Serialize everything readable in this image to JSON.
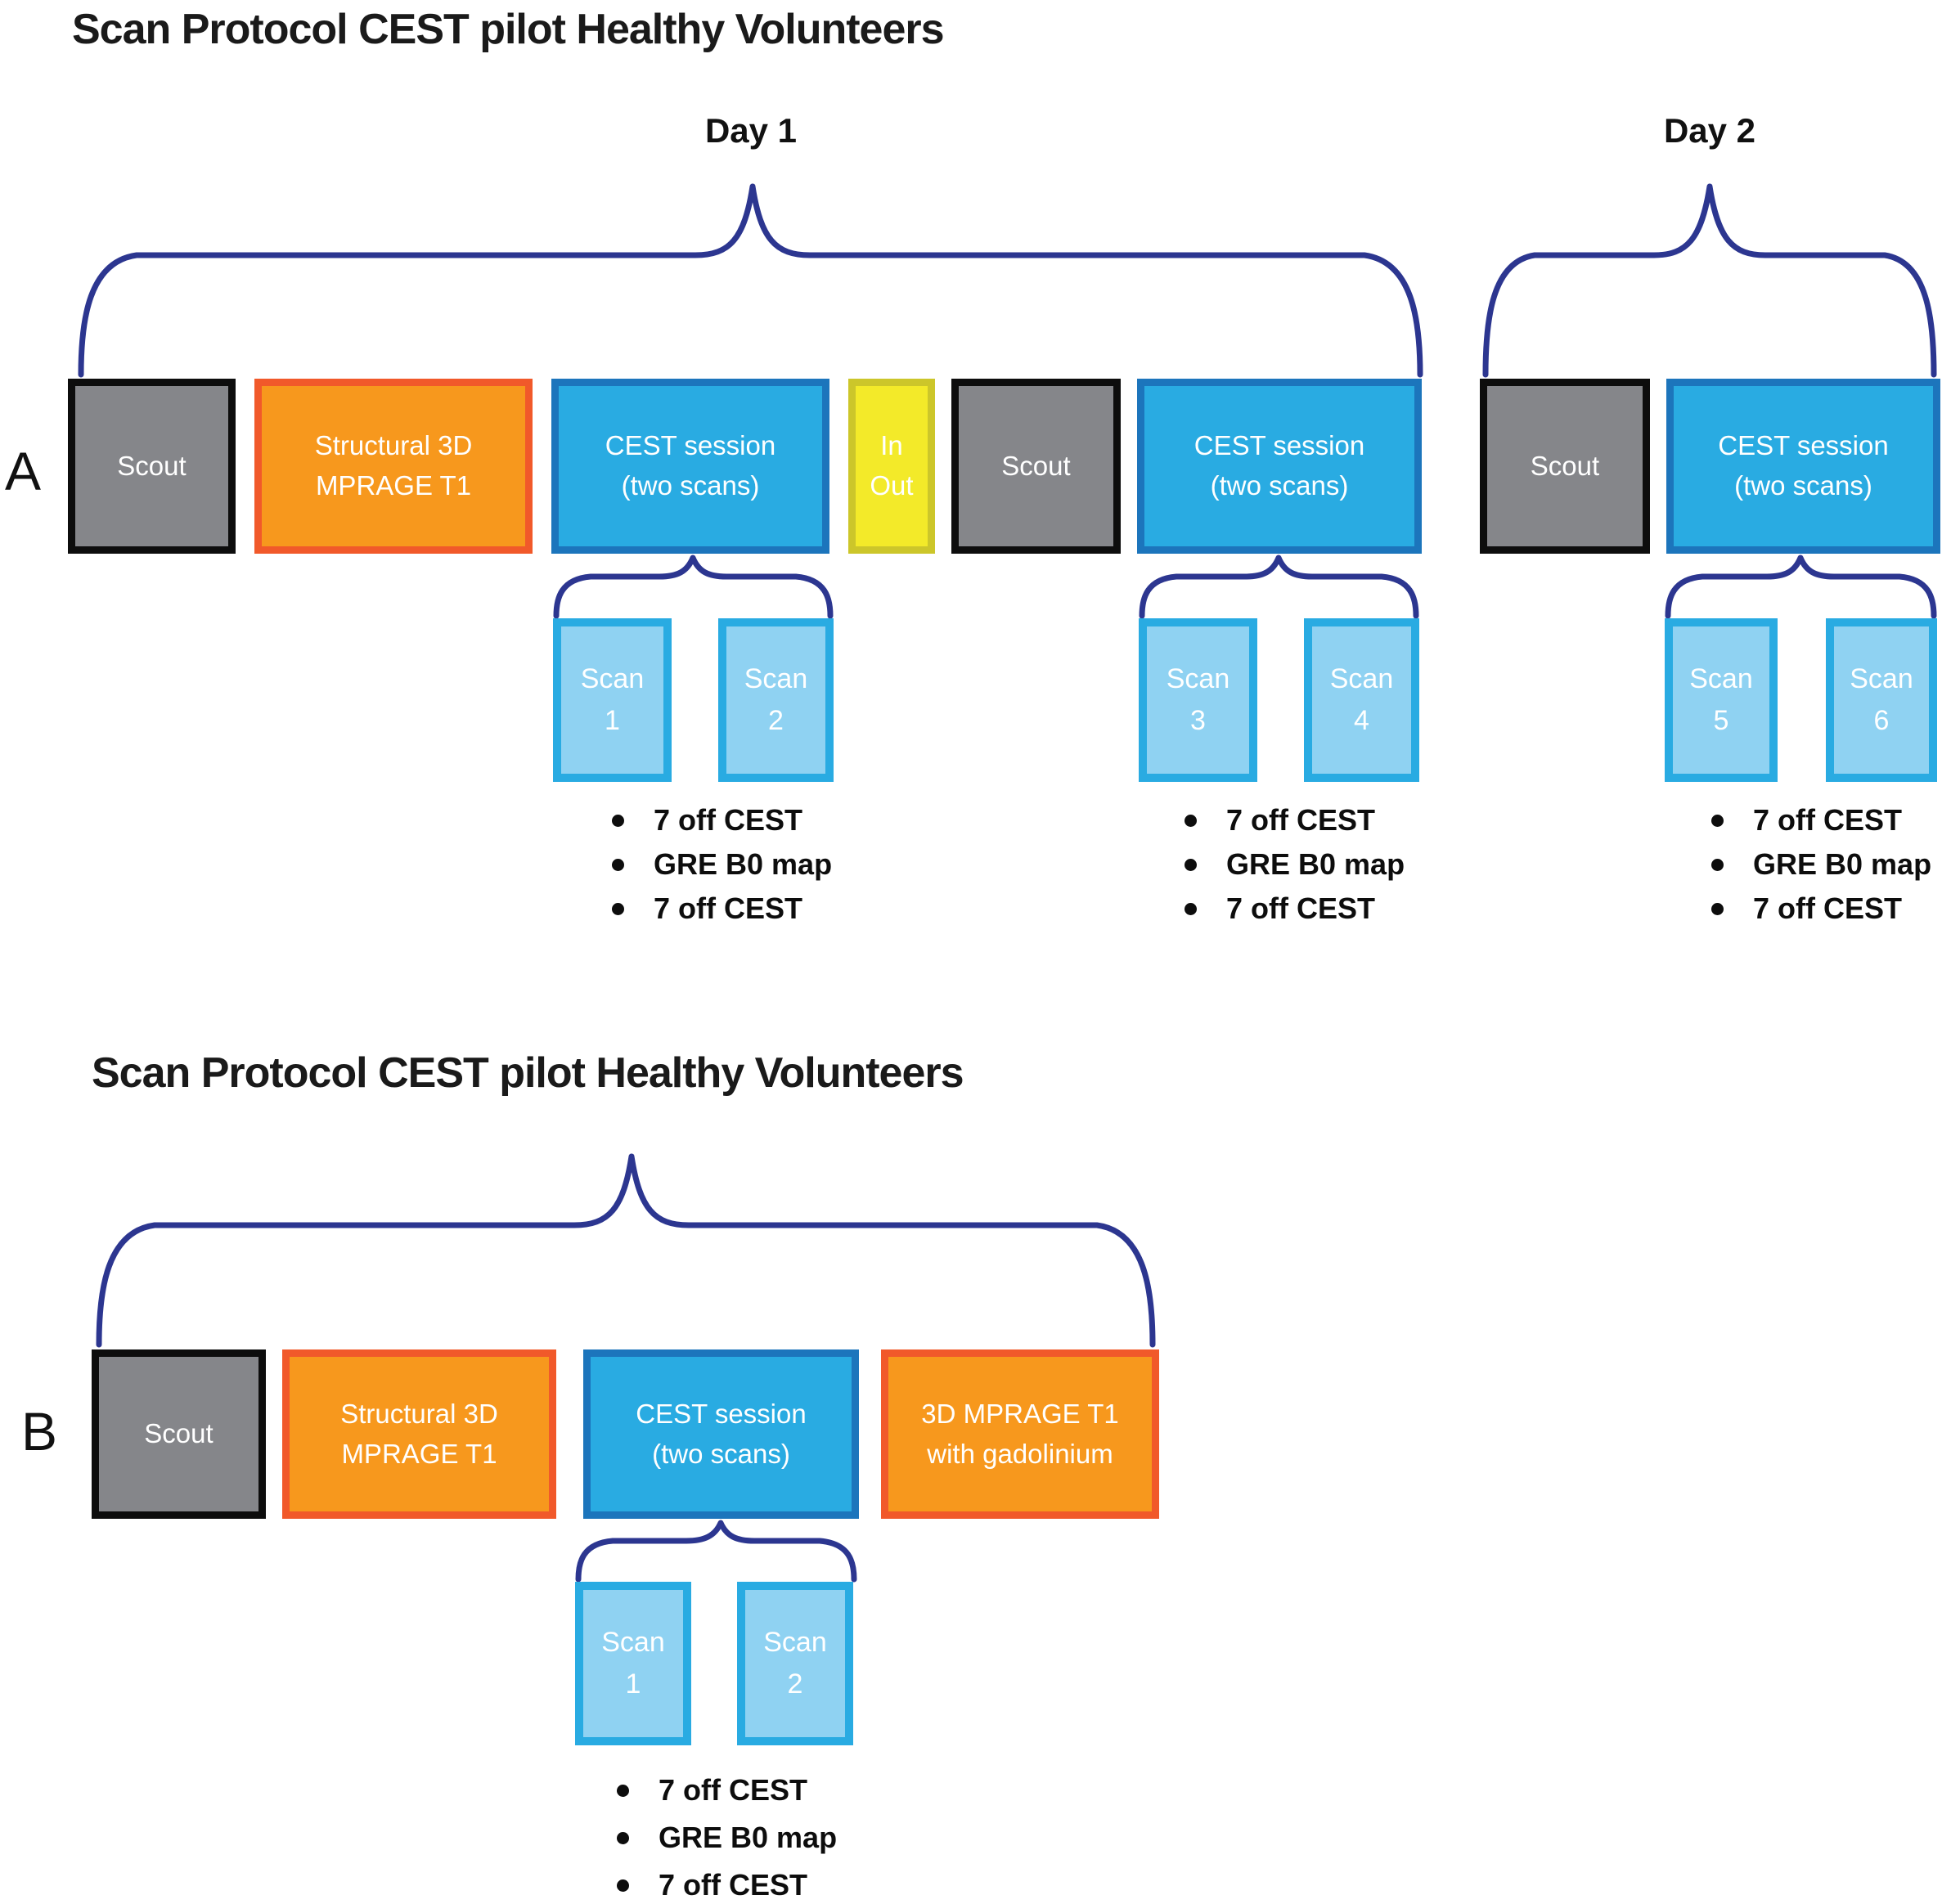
{
  "colors": {
    "scout_fill": "#85868A",
    "scout_border": "#0D0D0D",
    "orange_fill": "#F7981D",
    "orange_border": "#F1592A",
    "cest_fill": "#29ABE2",
    "cest_border": "#1C75BC",
    "inout_fill": "#F3EA29",
    "inout_border": "#CCC62A",
    "scan_fill": "#8FD2F2",
    "scan_border": "#29ABE2",
    "brace": "#2C3690",
    "title_text": "#1A1A1A",
    "box_text": "#FFFFFF",
    "bullet_text": "#0D0D0D"
  },
  "panel_a": {
    "label": "A",
    "title": "Scan Protocol CEST pilot Healthy Volunteers",
    "day1_label": "Day 1",
    "day2_label": "Day 2",
    "boxes": [
      {
        "line1": "Scout"
      },
      {
        "line1": "Structural 3D",
        "line2": "MPRAGE T1"
      },
      {
        "line1": "CEST session",
        "line2": "(two scans)"
      },
      {
        "line1": "In",
        "line2": "Out"
      },
      {
        "line1": "Scout"
      },
      {
        "line1": "CEST session",
        "line2": "(two scans)"
      },
      {
        "line1": "Scout"
      },
      {
        "line1": "CEST session",
        "line2": "(two scans)"
      }
    ],
    "scan_groups": [
      {
        "scans": [
          {
            "line1": "Scan",
            "line2": "1"
          },
          {
            "line1": "Scan",
            "line2": "2"
          }
        ],
        "bullets": [
          "7 off CEST",
          "GRE B0 map",
          "7 off CEST"
        ]
      },
      {
        "scans": [
          {
            "line1": "Scan",
            "line2": "3"
          },
          {
            "line1": "Scan",
            "line2": "4"
          }
        ],
        "bullets": [
          "7 off CEST",
          "GRE B0 map",
          "7 off CEST"
        ]
      },
      {
        "scans": [
          {
            "line1": "Scan",
            "line2": "5"
          },
          {
            "line1": "Scan",
            "line2": "6"
          }
        ],
        "bullets": [
          "7 off CEST",
          "GRE B0 map",
          "7 off CEST"
        ]
      }
    ]
  },
  "panel_b": {
    "label": "B",
    "title": "Scan Protocol CEST pilot Healthy Volunteers",
    "boxes": [
      {
        "line1": "Scout"
      },
      {
        "line1": "Structural 3D",
        "line2": "MPRAGE T1"
      },
      {
        "line1": "CEST session",
        "line2": "(two scans)"
      },
      {
        "line1": "3D MPRAGE T1",
        "line2": "with gadolinium"
      }
    ],
    "scan_group": {
      "scans": [
        {
          "line1": "Scan",
          "line2": "1"
        },
        {
          "line1": "Scan",
          "line2": "2"
        }
      ],
      "bullets": [
        "7 off CEST",
        "GRE B0 map",
        "7 off CEST"
      ]
    }
  }
}
